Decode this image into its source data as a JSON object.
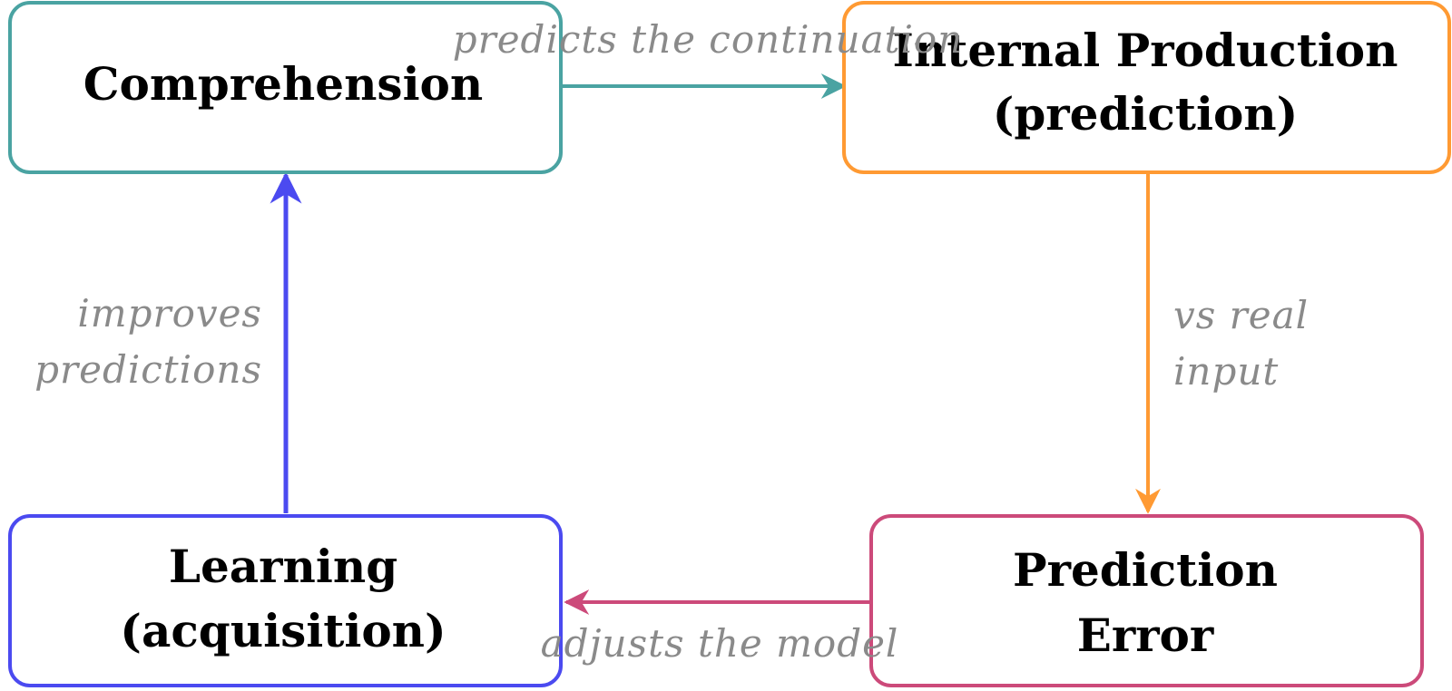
{
  "colors": {
    "comprehension": "#4aa3a2",
    "production": "#ff9a33",
    "error": "#cc4a7a",
    "learning": "#4b4af0",
    "label": "#8a8a8a"
  },
  "nodes": {
    "comprehension": {
      "lines": [
        "Comprehension"
      ]
    },
    "production": {
      "lines": [
        "Internal Production",
        "(prediction)"
      ]
    },
    "error": {
      "lines": [
        "Prediction",
        "Error"
      ]
    },
    "learning": {
      "lines": [
        "Learning",
        "(acquisition)"
      ]
    }
  },
  "edges": {
    "comprehension_to_production": {
      "lines": [
        "predicts the continuation"
      ]
    },
    "production_to_error": {
      "lines": [
        "vs real",
        "input"
      ]
    },
    "error_to_learning": {
      "lines": [
        "adjusts the model"
      ]
    },
    "learning_to_comprehension": {
      "lines": [
        "improves",
        "predictions"
      ]
    }
  }
}
